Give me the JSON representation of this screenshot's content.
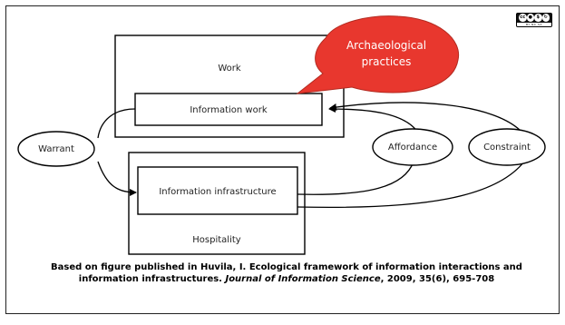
{
  "diagram": {
    "work_label": "Work",
    "information_work_label": "Information work",
    "information_infrastructure_label": "Information infrastructure",
    "hospitality_label": "Hospitality",
    "warrant_label": "Warrant",
    "affordance_label": "Affordance",
    "constraint_label": "Constraint",
    "callout_line1": "Archaeological",
    "callout_line2": "practices",
    "callout_color": "#e8372e"
  },
  "caption": {
    "line1": "Based on figure published in Huvila, I. Ecological framework of information interactions and",
    "line2_prefix": "information infrastructures. ",
    "journal": "Journal of Information Science",
    "line2_suffix": ", 2009, 35(6), 695-708"
  },
  "license": {
    "icon": "cc-by-nc-sa-icon",
    "mark": "cc",
    "text": "BY NC SA"
  }
}
